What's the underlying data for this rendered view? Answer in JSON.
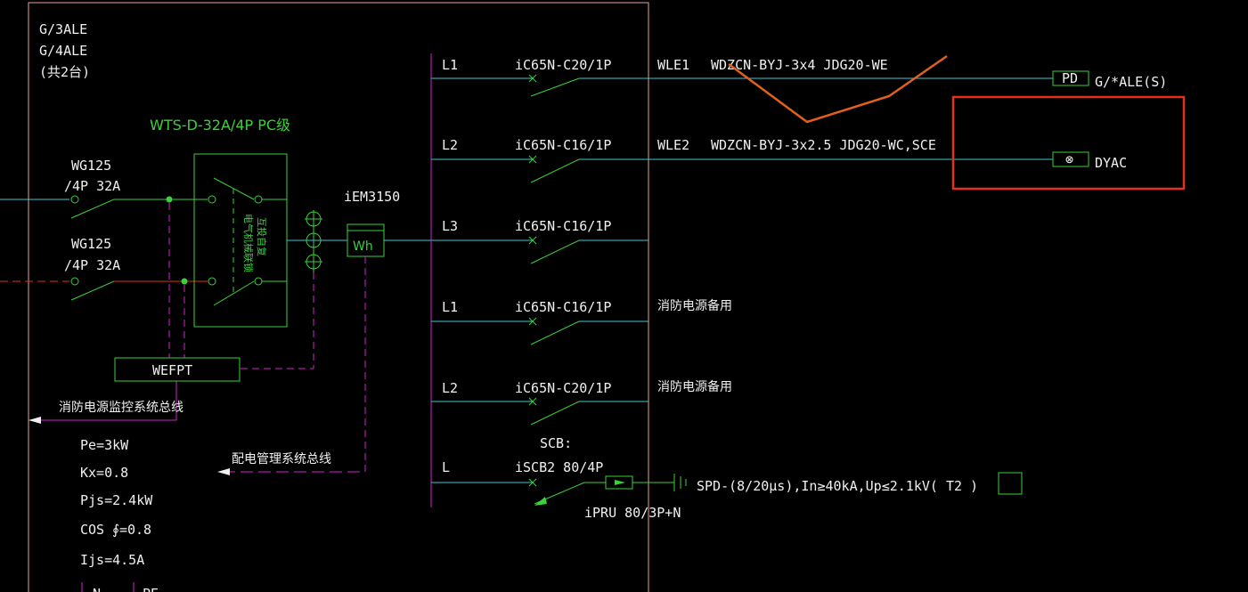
{
  "panel": {
    "names": [
      "G/3ALE",
      "G/4ALE",
      "(共2台)"
    ],
    "ats_label": "WTS-D-32A/4P PC级",
    "ats_inner": [
      "电气机械联锁",
      "互投自复"
    ],
    "breaker1": [
      "WG125",
      "/4P 32A"
    ],
    "breaker2": [
      "WG125",
      "/4P 32A"
    ],
    "meter_model": "iEM3150",
    "meter_symbol": "Wh",
    "wefpt": "WEFPT",
    "bus_fire": "消防电源监控系统总线",
    "bus_power": "配电管理系统总线",
    "calc": [
      "Pe=3kW",
      "Kx=0.8",
      "Pjs=2.4kW",
      "COS ∮=0.8",
      "Ijs=4.5A"
    ],
    "footer_cut": [
      "N",
      "PE"
    ]
  },
  "circuits": [
    {
      "phase": "L1",
      "breaker": "iC65N-C20/1P",
      "code": "WLE1",
      "cable": "WDZCN-BYJ-3x4  JDG20-WE",
      "load_tag": "PD",
      "load": "G/*ALE(S)"
    },
    {
      "phase": "L2",
      "breaker": "iC65N-C16/1P",
      "code": "WLE2",
      "cable": "WDZCN-BYJ-3x2.5  JDG20-WC,SCE",
      "load_tag": "⊗",
      "load": "DYAC"
    },
    {
      "phase": "L3",
      "breaker": "iC65N-C16/1P",
      "code": "",
      "cable": "",
      "load_tag": "",
      "load": ""
    },
    {
      "phase": "L1",
      "breaker": "iC65N-C16/1P",
      "code": "",
      "cable": "消防电源备用",
      "load_tag": "",
      "load": ""
    },
    {
      "phase": "L2",
      "breaker": "iC65N-C20/1P",
      "code": "",
      "cable": "消防电源备用",
      "load_tag": "",
      "load": ""
    },
    {
      "phase": "L",
      "breaker": "iSCB2 80/4P",
      "code": "",
      "cable": "",
      "load_tag": "",
      "load": ""
    }
  ],
  "spd": {
    "scb_label": "SCB:",
    "iprue": "iPRU 80/3P+N",
    "spd_text": "SPD-(8/20μs),In≥40kA,Up≤2.1kV( T2 )"
  },
  "colors": {
    "cyan": "#3fc7d6",
    "green": "#3ad13a",
    "magenta": "#d21fd2",
    "red": "#e2311d",
    "pink": "#e8a0a0",
    "white": "#f0f0f0"
  }
}
